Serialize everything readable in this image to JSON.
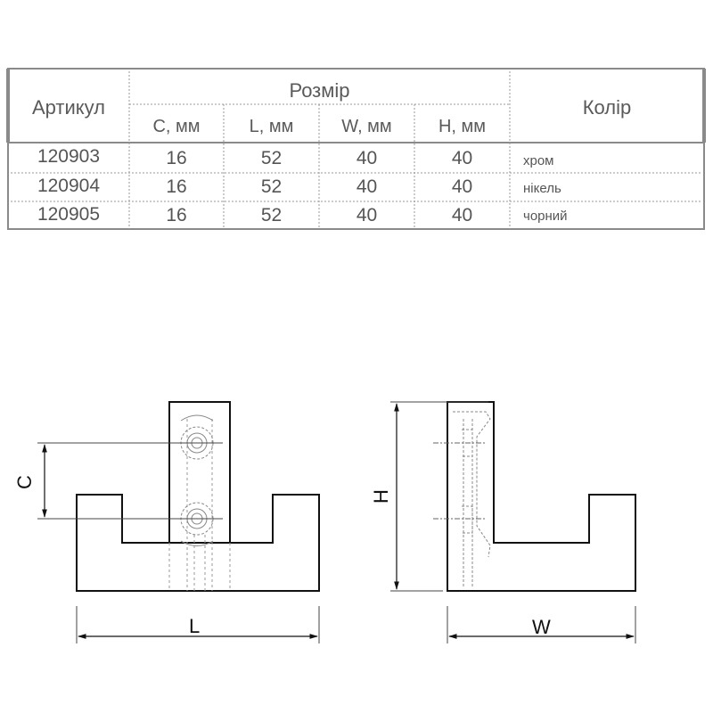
{
  "table": {
    "col_article": "Артикул",
    "col_size": "Розмір",
    "col_color": "Колір",
    "sub_c": "C, мм",
    "sub_l": "L, мм",
    "sub_w": "W, мм",
    "sub_h": "H, мм",
    "rows": [
      {
        "article": "120903",
        "c": "16",
        "l": "52",
        "w": "40",
        "h": "40",
        "color": "хром"
      },
      {
        "article": "120904",
        "c": "16",
        "l": "52",
        "w": "40",
        "h": "40",
        "color": "нікель"
      },
      {
        "article": "120905",
        "c": "16",
        "l": "52",
        "w": "40",
        "h": "40",
        "color": "чорний"
      }
    ]
  },
  "drawing": {
    "dim_c": "C",
    "dim_l": "L",
    "dim_h": "H",
    "dim_w": "W"
  }
}
